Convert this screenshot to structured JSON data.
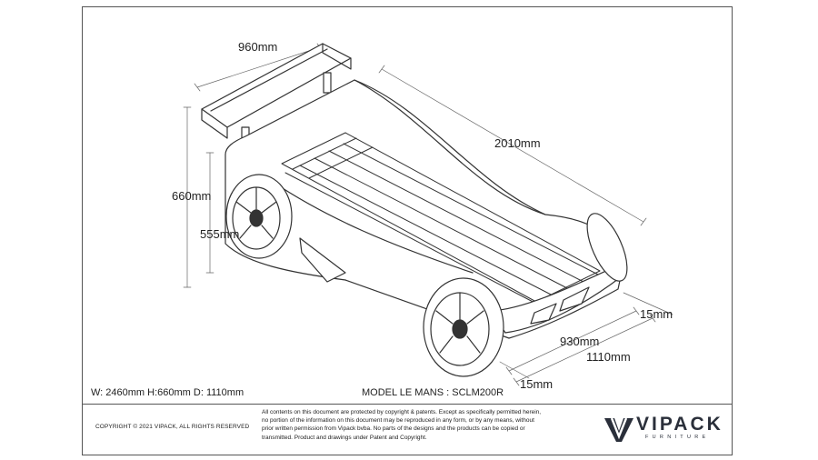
{
  "dimensions": {
    "spoiler_width": "960mm",
    "length": "2010mm",
    "overall_height": "660mm",
    "side_height": "555mm",
    "front_offset_right": "15mm",
    "inner_width": "930mm",
    "outer_width": "1110mm",
    "front_offset_bottom": "15mm"
  },
  "info": {
    "overall_dimensions": "W: 2460mm H:660mm D: 1110mm",
    "model": "MODEL LE MANS : SCLM200R"
  },
  "footer": {
    "copyright": "COPYRIGHT  © 2021 VIPACK, ALL RIGHTS RESERVED",
    "legal_lines": [
      "All contents on this document are protected by copyright & patents. Except as specifically permitted herein,",
      "no portion of the information on this document may be reproduced in any form, or by any means, without",
      "prior written permission from Vipack bvba. No parts of the designs and the products can be copied or",
      "transmitted. Product and drawings under Patent and Copyright."
    ],
    "brand": "VIPACK",
    "brand_sub": "FURNITURE"
  },
  "colors": {
    "line": "#333333",
    "frame": "#555555",
    "logo": "#2a2f3a"
  }
}
